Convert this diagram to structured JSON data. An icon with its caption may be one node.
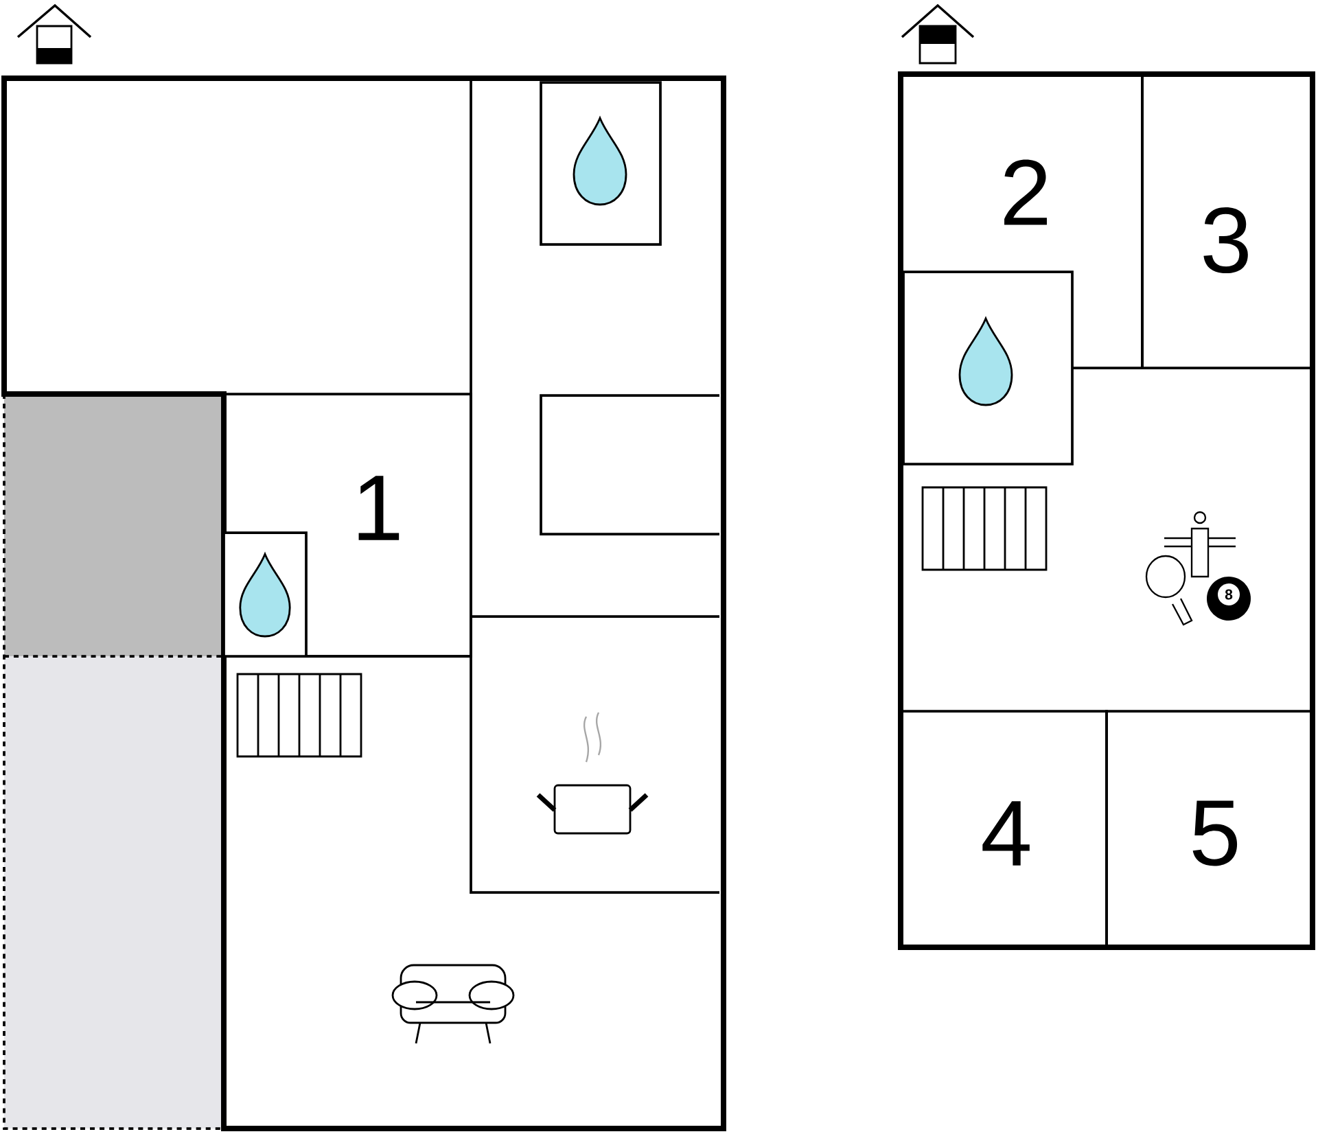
{
  "diagram": {
    "nodes": [
      {
        "text": [
          "1"
        ]
      },
      {
        "text": [
          "2"
        ]
      },
      {
        "text": [
          "3"
        ]
      },
      {
        "text": [
          "4"
        ]
      },
      {
        "text": [
          "5"
        ]
      }
    ],
    "labels": [
      "8"
    ]
  }
}
